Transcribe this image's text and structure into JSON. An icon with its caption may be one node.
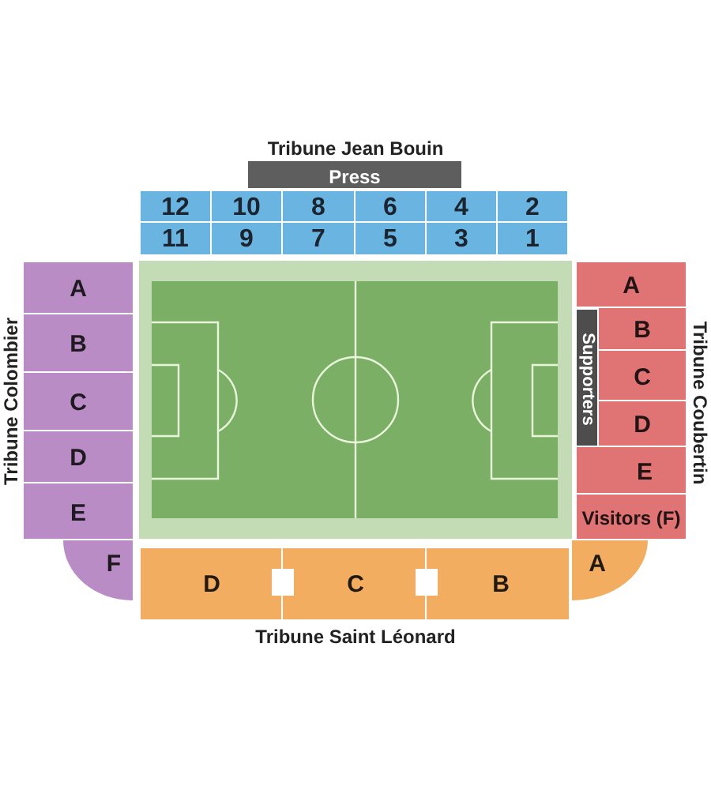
{
  "diagram": {
    "nodes": [
      {
        "text": [
          "Press"
        ]
      },
      {
        "text": [
          "12"
        ]
      },
      {
        "text": [
          "10"
        ]
      },
      {
        "text": [
          "8"
        ]
      },
      {
        "text": [
          "6"
        ]
      },
      {
        "text": [
          "4"
        ]
      },
      {
        "text": [
          "2"
        ]
      },
      {
        "text": [
          "11"
        ]
      },
      {
        "text": [
          "9"
        ]
      },
      {
        "text": [
          "7"
        ]
      },
      {
        "text": [
          "5"
        ]
      },
      {
        "text": [
          "3"
        ]
      },
      {
        "text": [
          "1"
        ]
      },
      {
        "text": [
          "A"
        ]
      },
      {
        "text": [
          "B"
        ]
      },
      {
        "text": [
          "C"
        ]
      },
      {
        "text": [
          "D"
        ]
      },
      {
        "text": [
          "E"
        ]
      },
      {
        "text": [
          "F"
        ]
      },
      {
        "text": [
          "A"
        ]
      },
      {
        "text": [
          "B"
        ]
      },
      {
        "text": [
          "C"
        ]
      },
      {
        "text": [
          "D"
        ]
      },
      {
        "text": [
          "E"
        ]
      },
      {
        "text": [
          "Visitors (F)"
        ]
      },
      {
        "text": [
          "Supporters"
        ]
      },
      {
        "text": [
          "D"
        ]
      },
      {
        "text": [
          "C"
        ]
      },
      {
        "text": [
          "B"
        ]
      },
      {
        "text": [
          "A"
        ]
      }
    ],
    "labels": [
      "Tribune Jean Bouin",
      "Tribune Colombier",
      "Tribune Coubertin",
      "Tribune Saint Léonard"
    ]
  }
}
